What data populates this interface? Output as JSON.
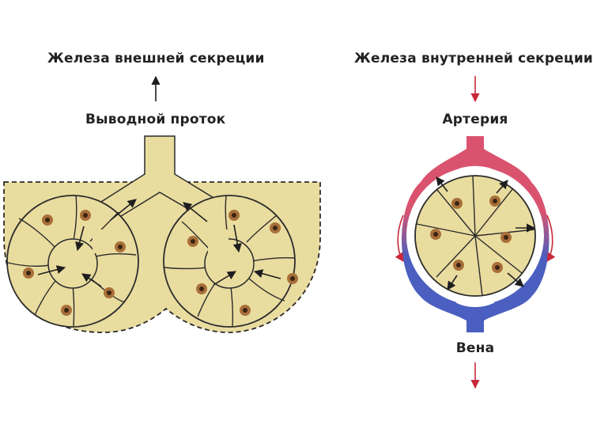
{
  "labels": {
    "exocrine": "Железа внешней секреции",
    "duct": "Выводной проток",
    "endocrine": "Железа внутренней секреции",
    "artery": "Артерия",
    "vein": "Вена"
  },
  "colors": {
    "tissue": "#e9dc9f",
    "outline": "#2b2b2b",
    "nucleus": "#a86f38",
    "nucleus_core": "#3a2414",
    "artery": "#d9536f",
    "vein": "#4a5fbf",
    "flow_arrow": "#c8283a",
    "text": "#222222"
  }
}
